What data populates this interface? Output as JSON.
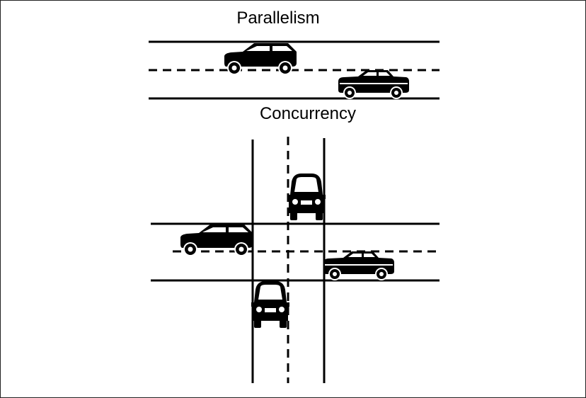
{
  "parallelism": {
    "title": "Parallelism",
    "cars": [
      "hatchback-car",
      "sedan-car"
    ]
  },
  "concurrency": {
    "title": "Concurrency",
    "cars": [
      "hatchback-car",
      "sedan-car",
      "front-view-car-north",
      "front-view-car-south"
    ]
  },
  "colors": {
    "ink": "#000000",
    "background": "#ffffff"
  }
}
